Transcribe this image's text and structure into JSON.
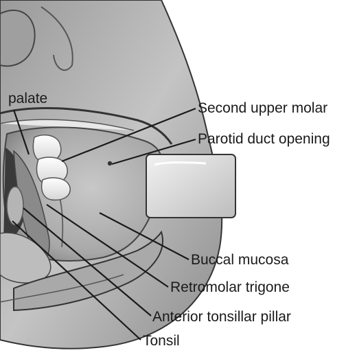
{
  "labels": {
    "palate": "palate",
    "second_upper_molar": "Second upper molar",
    "parotid_duct_opening": "Parotid duct opening",
    "buccal_mucosa": "Buccal mucosa",
    "retromolar_trigone": "Retromolar trigone",
    "anterior_tonsillar_pillar": "Anterior tonsillar pillar",
    "tonsil": "Tonsil"
  }
}
